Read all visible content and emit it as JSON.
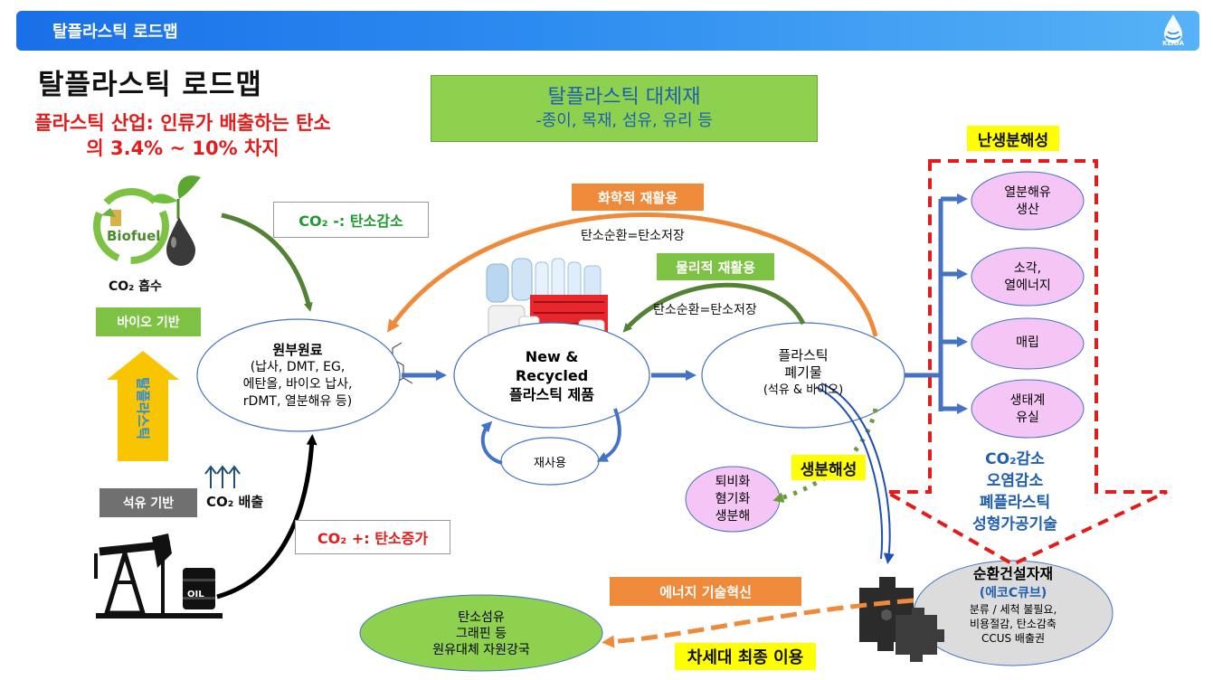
{
  "header": {
    "title": "탈플라스틱 로드맵",
    "logo_text": "KLIDA"
  },
  "page_title": "탈플라스틱 로드맵",
  "industry_note": {
    "line1": "플라스틱 산업: 인류가 배출하는 탄소",
    "line2": "의 3.4% ~ 10% 차지"
  },
  "alternatives": {
    "title": "탈플라스틱 대체재",
    "subtitle": "-종이, 목재, 섬유, 유리 등"
  },
  "labels": {
    "co2_reduce": "CO₂ -: 탄소감소",
    "co2_increase": "CO₂ +: 탄소증가",
    "co2_absorb": "CO₂ 흡수",
    "co2_emit": "CO₂ 배출",
    "bio_based": "바이오 기반",
    "oil_based": "석유 기반",
    "de_plastic_vertical": "탈플라스틱",
    "biofuel": "Biofuel",
    "oil": "OIL",
    "chemical_recycling": "화학적 재활용",
    "physical_recycling": "물리적 재활용",
    "carbon_cycle_1": "탄소순환=탄소저장",
    "carbon_cycle_2": "탄소순환=탄소저장",
    "non_biodegradable": "난생분해성",
    "biodegradable": "생분해성",
    "energy_tech": "에너지 기술혁신",
    "next_gen_use": "차세대 최종 이용"
  },
  "nodes": {
    "raw_material": {
      "title": "원부원료",
      "lines": [
        "(납사, DMT, EG,",
        "에탄올, 바이오 납사,",
        "rDMT, 열분해유 등)"
      ]
    },
    "product": {
      "lines": [
        "New &",
        "Recycled",
        "플라스틱 제품"
      ]
    },
    "waste": {
      "lines": [
        "플라스틱",
        "폐기물"
      ],
      "sub": "(석유 & 바이오)"
    },
    "reuse": "재사용",
    "compost": [
      "퇴비화",
      "혐기화",
      "생분해"
    ],
    "carbon_fiber": [
      "탄소섬유",
      "그래핀 등",
      "원유대체 자원강국"
    ],
    "construction": {
      "title": "순환건설자재",
      "subtitle": "(에코C큐브)",
      "lines": [
        "분류 / 세척 불필요,",
        "비용절감, 탄소감축",
        "CCUS 배출권"
      ]
    }
  },
  "treatments": [
    [
      "열분해유",
      "생산"
    ],
    [
      "소각,",
      "열에너지"
    ],
    [
      "매립"
    ],
    [
      "생태계",
      "유실"
    ]
  ],
  "co2_effects": [
    "CO₂감소",
    "오염감소",
    "폐플라스틱",
    "성형가공기술"
  ],
  "colors": {
    "header": "#2d8cf0",
    "green_box": "#7dc242",
    "orange": "#ee8a3a",
    "blue_arrow": "#4472c4",
    "green_arrow": "#548235",
    "red_dash": "#e31b1b",
    "pink": "#f5c6f5",
    "light_green": "#8dd14f",
    "yellow": "#ffff00"
  }
}
